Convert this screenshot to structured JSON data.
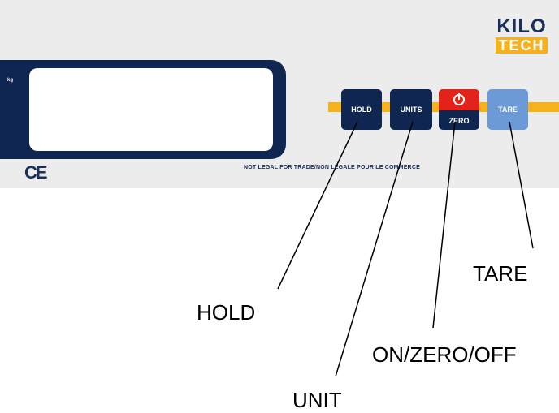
{
  "brand": {
    "line1": "KILO",
    "line2": "TECH"
  },
  "display": {
    "tag": "kg"
  },
  "ce_mark": "CE",
  "legal_notice": "NOT LEGAL FOR TRADE/NON LEGALE POUR LE COMMERCE",
  "keys": {
    "hold": "HOLD",
    "units": "UNITS",
    "zero": "ZERO",
    "tare": "TARE"
  },
  "callouts": {
    "hold": "HOLD",
    "unit": "UNIT",
    "zero": "ON/ZERO/OFF",
    "tare": "TARE"
  },
  "colors": {
    "panel": "#ececec",
    "navy": "#0f2650",
    "accent_yellow": "#f5b21c",
    "power_red": "#e2231a",
    "tare_blue": "#6b9ad6"
  }
}
